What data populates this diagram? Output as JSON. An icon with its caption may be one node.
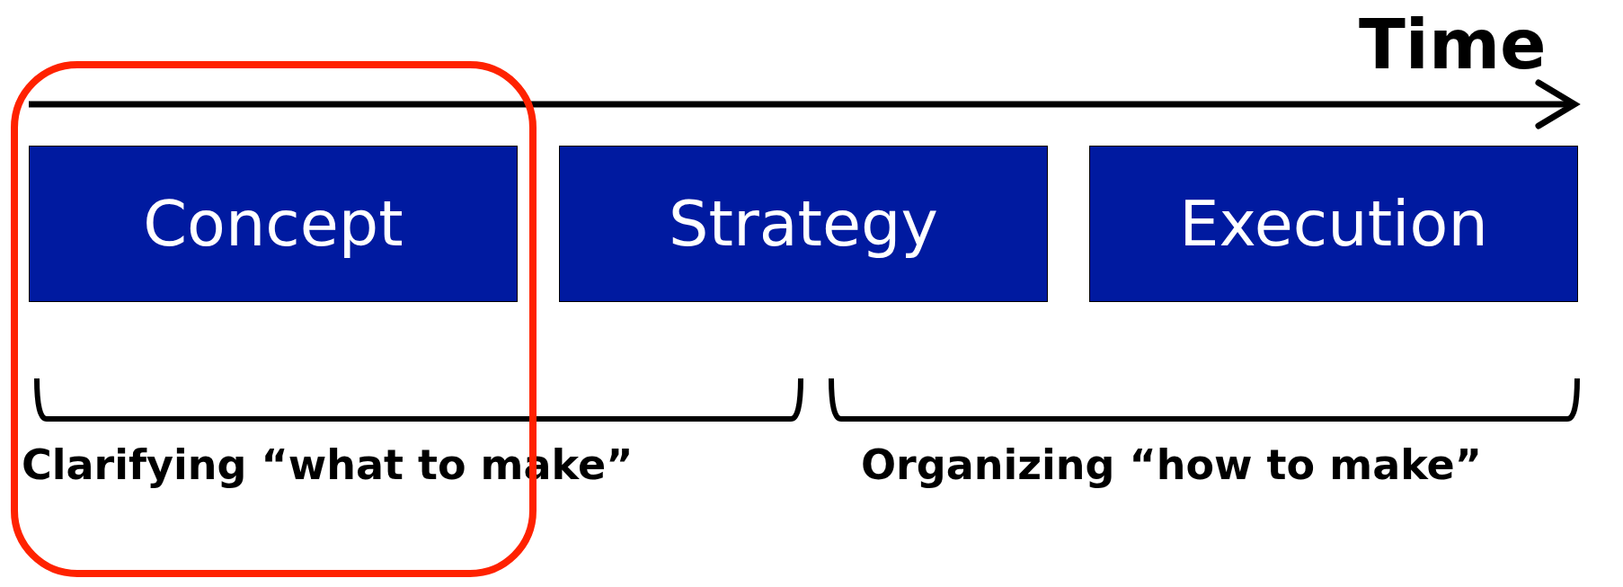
{
  "diagram": {
    "nodes": [
      {
        "text": [
          "Concept"
        ]
      },
      {
        "text": [
          "Strategy"
        ]
      },
      {
        "text": [
          "Execution"
        ]
      }
    ],
    "labels": [
      "Time",
      "Clarifying “what to make”",
      "Organizing “how to make”"
    ]
  }
}
